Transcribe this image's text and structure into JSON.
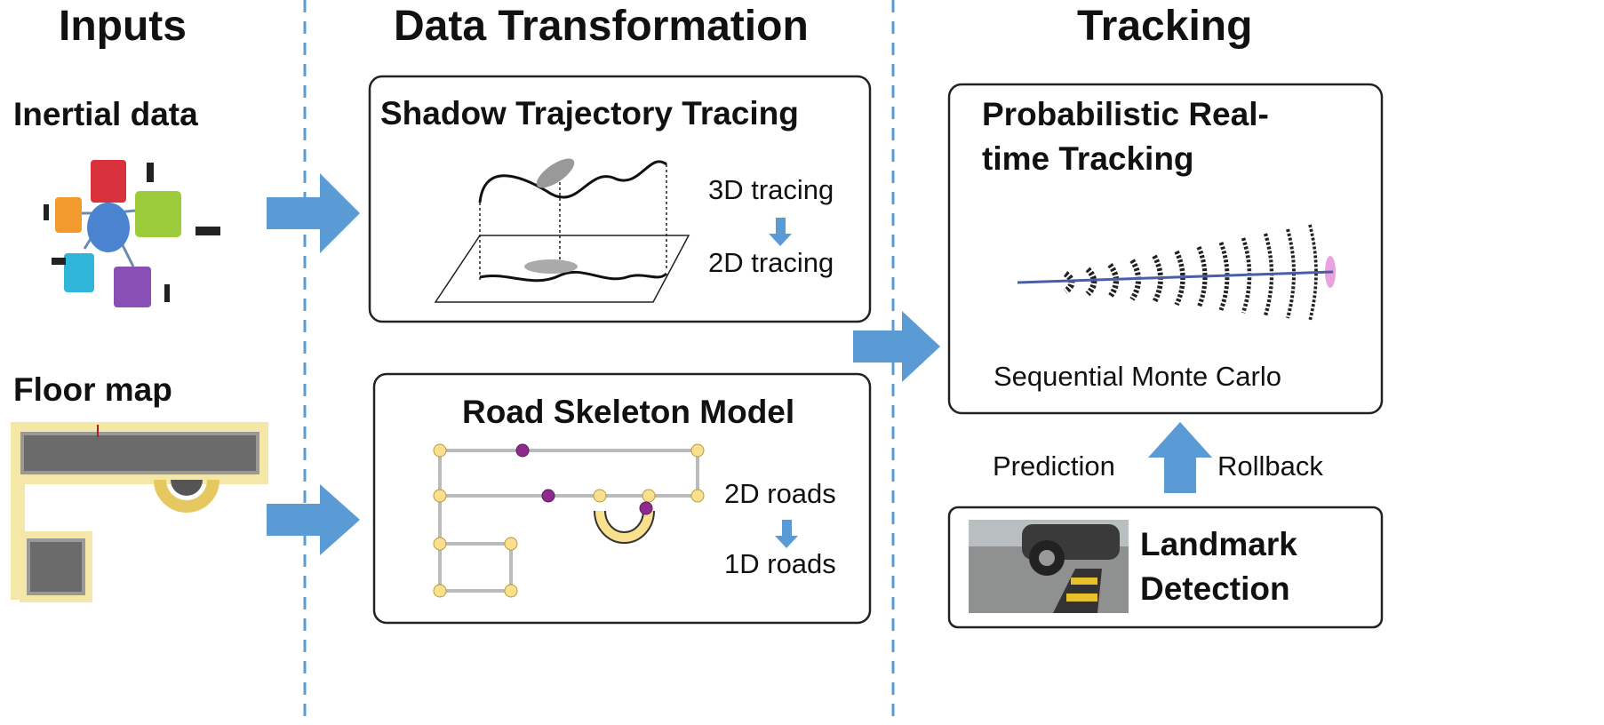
{
  "columns": {
    "inputs": "Inputs",
    "transformation": "Data Transformation",
    "tracking": "Tracking"
  },
  "inputs": {
    "inertial": "Inertial data",
    "floor_map": "Floor map"
  },
  "shadow": {
    "title": "Shadow Trajectory Tracing",
    "from": "3D tracing",
    "to": "2D tracing"
  },
  "road": {
    "title": "Road Skeleton Model",
    "from": "2D roads",
    "to": "1D roads"
  },
  "tracking": {
    "title_line1": "Probabilistic Real-",
    "title_line2": "time Tracking",
    "caption": "Sequential Monte Carlo",
    "prediction": "Prediction",
    "rollback": "Rollback"
  },
  "landmark": {
    "line1": "Landmark",
    "line2": "Detection"
  },
  "colors": {
    "accent": "#5b9bd5",
    "node": "#f8e08e",
    "landmark": "#8e2a8e"
  }
}
